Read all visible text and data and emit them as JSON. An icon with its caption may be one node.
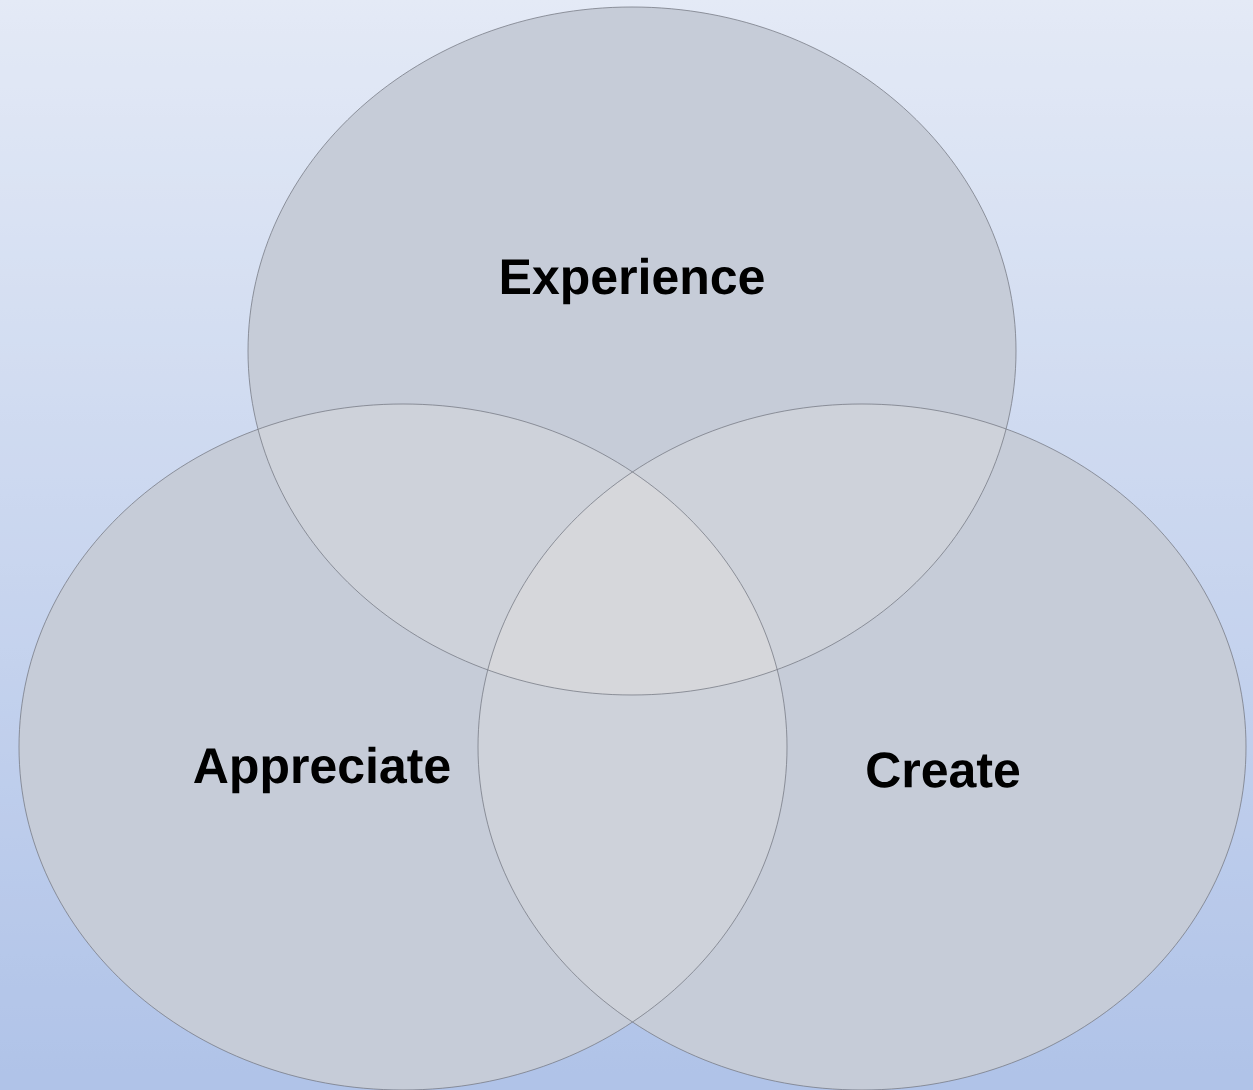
{
  "diagram": {
    "nodes": [
      {
        "text": [
          "Experience"
        ]
      },
      {
        "text": [
          "Appreciate"
        ]
      },
      {
        "text": [
          "Create"
        ]
      }
    ]
  }
}
